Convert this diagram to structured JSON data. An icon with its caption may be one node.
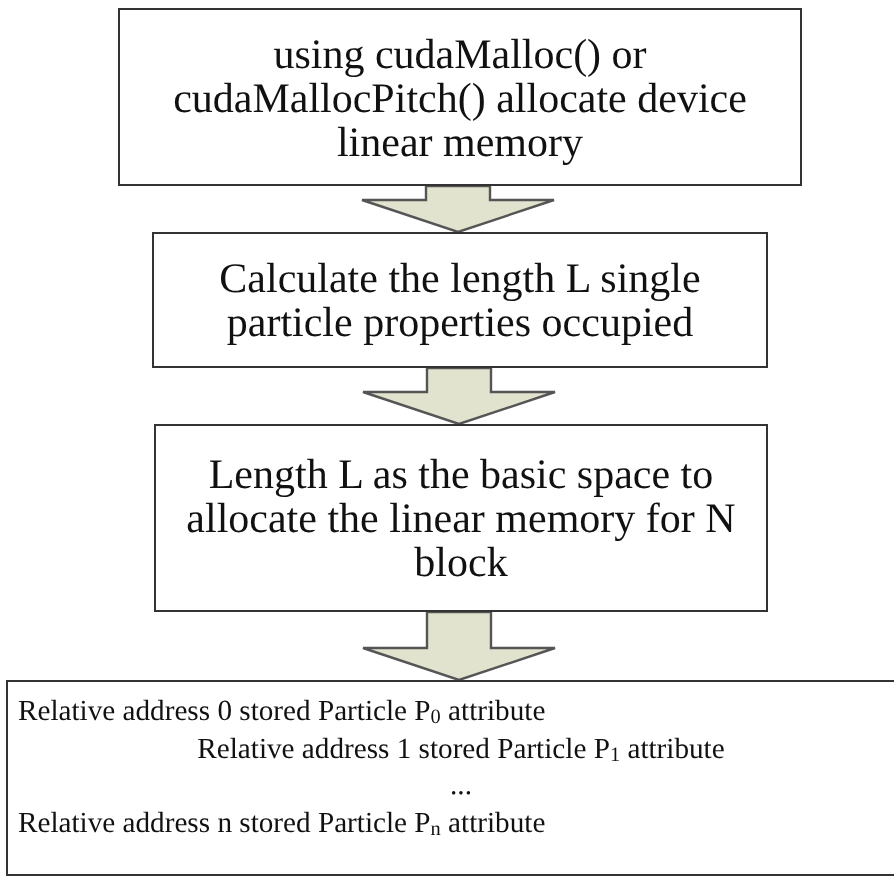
{
  "diagram": {
    "nodes": [
      {
        "text": [
          "using cudaMalloc() or cudaMallocPitch() allocate device linear memory"
        ]
      },
      {
        "text": [
          "Calculate the length L single particle properties occupied"
        ]
      },
      {
        "text": [
          "Length L as the basic space to allocate the linear memory for N block"
        ]
      },
      {
        "text": [
          "Relative address 0 stored Particle P$_{0}$ attribute",
          "Relative address 1 stored Particle P$_{1}$ attribute",
          "...",
          "Relative address n stored Particle P$_{n}$ attribute"
        ]
      }
    ],
    "edges": [
      {
        "from": 0,
        "to": 1,
        "arrow": "to"
      },
      {
        "from": 1,
        "to": 2,
        "arrow": "to"
      },
      {
        "from": 2,
        "to": 3,
        "arrow": "to"
      }
    ]
  }
}
